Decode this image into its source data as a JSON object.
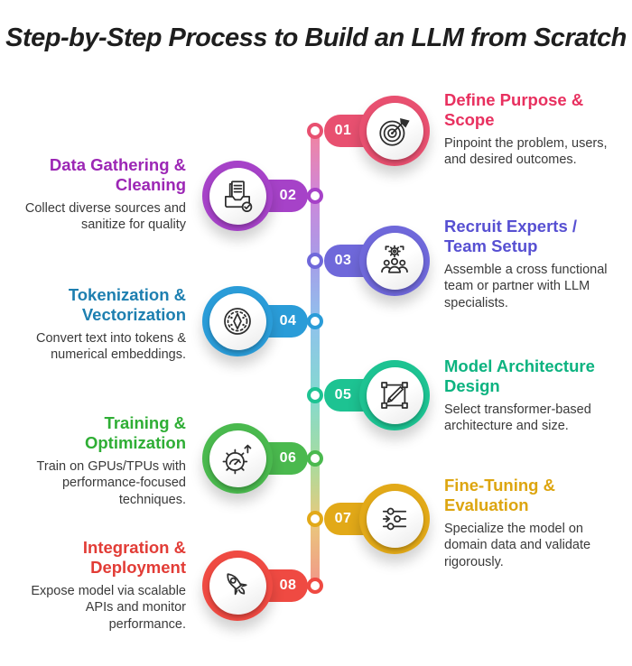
{
  "title": "Step-by-Step Process to Build an LLM from Scratch",
  "timeline": {
    "gradient_stops": [
      "#f2849f 0%",
      "#cf87d9 14%",
      "#a79ce8 28%",
      "#8fc2ec 42%",
      "#85d9cf 58%",
      "#a6dc9f 72%",
      "#e9c97c 85%",
      "#f2938a 100%"
    ]
  },
  "steps": [
    {
      "number": "01",
      "side": "right",
      "accent": "#e85070",
      "heading_color": "#e8305f",
      "title": "Define Purpose & Scope",
      "description": "Pinpoint the problem, users, and desired outcomes.",
      "icon": "target-dart-icon"
    },
    {
      "number": "02",
      "side": "left",
      "accent": "#a642c8",
      "heading_color": "#9c27b5",
      "title": "Data Gathering & Cleaning",
      "description": "Collect diverse sources and sanitize for quality",
      "icon": "document-tray-check-icon"
    },
    {
      "number": "03",
      "side": "right",
      "accent": "#6f68da",
      "heading_color": "#5750d2",
      "title": "Recruit Experts / Team Setup",
      "description": "Assemble a cross functional team or partner with LLM specialists.",
      "icon": "team-gear-icon"
    },
    {
      "number": "04",
      "side": "left",
      "accent": "#2a9cd8",
      "heading_color": "#1d7fb0",
      "title": "Tokenization & Vectorization",
      "description": "Convert text into tokens & numerical embeddings.",
      "icon": "compass-diamond-icon"
    },
    {
      "number": "05",
      "side": "right",
      "accent": "#1dc392",
      "heading_color": "#0cb380",
      "title": "Model Architecture Design",
      "description": "Select transformer-based architecture and size.",
      "icon": "design-frame-pencil-icon"
    },
    {
      "number": "06",
      "side": "left",
      "accent": "#4ab94e",
      "heading_color": "#2fae35",
      "title": "Training & Optimization",
      "description": "Train on GPUs/TPUs with performance-focused techniques.",
      "icon": "gear-gauge-arrow-icon"
    },
    {
      "number": "07",
      "side": "right",
      "accent": "#e2a918",
      "heading_color": "#dda50f",
      "title": "Fine-Tuning & Evaluation",
      "description": "Specialize the model on domain data and validate rigorously.",
      "icon": "sliders-icon"
    },
    {
      "number": "08",
      "side": "left",
      "accent": "#ef4a42",
      "heading_color": "#e23c36",
      "title": "Integration & Deployment",
      "description": "Expose model via scalable APIs and monitor performance.",
      "icon": "rocket-icon"
    }
  ]
}
